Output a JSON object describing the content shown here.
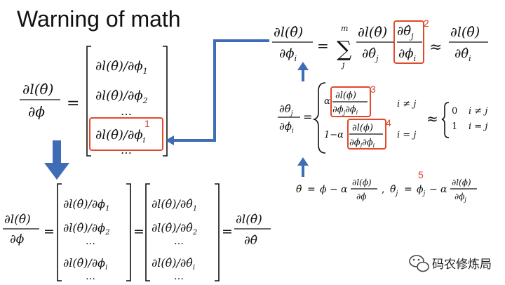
{
  "slide": {
    "title": "Warning of math",
    "markers": [
      "1",
      "2",
      "3",
      "4",
      "5"
    ],
    "colors": {
      "highlight_box": "#e0492c",
      "marker": "#d9442b",
      "arrow": "#3f6db5"
    },
    "watermark": {
      "icon": "wechat-icon",
      "text": "码农修炼局"
    }
  }
}
